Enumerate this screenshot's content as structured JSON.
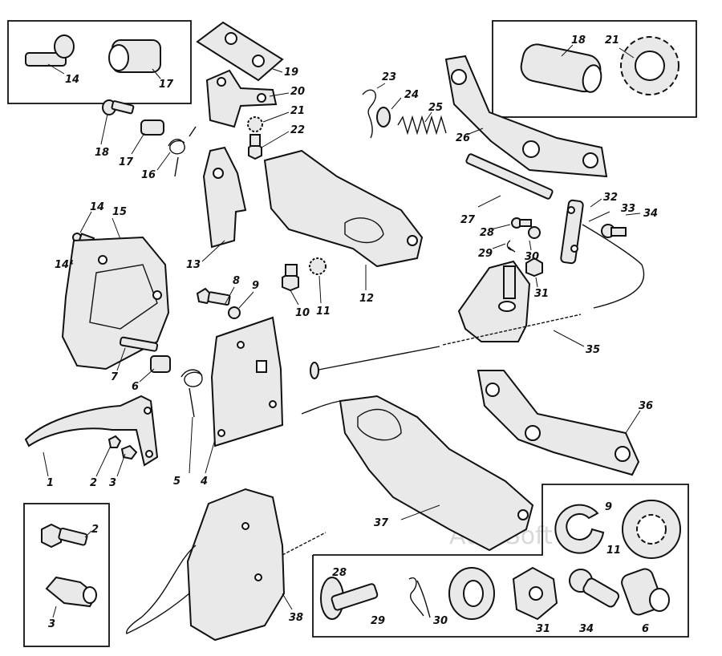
{
  "watermark": "AutoSoft",
  "callouts": [
    "1",
    "2",
    "3",
    "4",
    "5",
    "6",
    "7",
    "8",
    "9",
    "10",
    "11",
    "12",
    "13",
    "14",
    "14¹",
    "15",
    "16",
    "17",
    "18",
    "19",
    "20",
    "21",
    "22",
    "23",
    "24",
    "25",
    "26",
    "27",
    "28",
    "29",
    "30",
    "31",
    "32",
    "33",
    "34",
    "35",
    "36",
    "37",
    "38"
  ],
  "insets": {
    "top_left": [
      "14",
      "17"
    ],
    "top_right": [
      "18",
      "21"
    ],
    "bottom_left": [
      "2",
      "3"
    ],
    "bottom_right": [
      "9",
      "11",
      "28",
      "29",
      "30",
      "31",
      "34",
      "6"
    ]
  }
}
